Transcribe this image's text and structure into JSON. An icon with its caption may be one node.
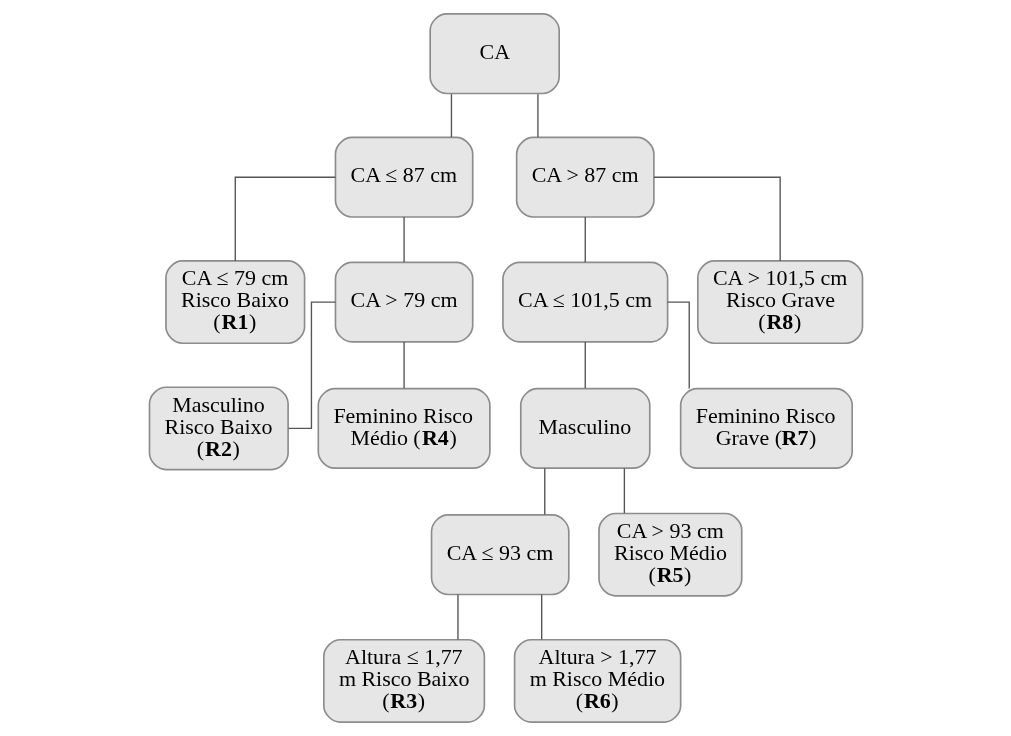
{
  "diagram": {
    "nodes": [
      {
        "text": [
          "CA"
        ]
      },
      {
        "text": [
          "CA ≤ 87 cm"
        ]
      },
      {
        "text": [
          "CA > 87 cm"
        ]
      },
      {
        "text": [
          "CA ≤ 79 cm Risco Baixo (**R1**)"
        ]
      },
      {
        "text": [
          "CA > 79 cm"
        ]
      },
      {
        "text": [
          "CA ≤ 101,5 cm"
        ]
      },
      {
        "text": [
          "CA > 101,5 cm Risco Grave (**R8**)"
        ]
      },
      {
        "text": [
          "Masculino Risco Baixo (**R2**)"
        ]
      },
      {
        "text": [
          "Feminino Risco Médio (**R4**)"
        ]
      },
      {
        "text": [
          "Masculino"
        ]
      },
      {
        "text": [
          "Feminino Risco Grave (**R7**)"
        ]
      },
      {
        "text": [
          "CA ≤ 93 cm"
        ]
      },
      {
        "text": [
          "CA > 93 cm Risco Médio (**R5**)"
        ]
      },
      {
        "text": [
          "Altura ≤ 1,77 m Risco Baixo (**R3**)"
        ]
      },
      {
        "text": [
          "Altura > 1,77 m Risco Médio (**R6**)"
        ]
      }
    ],
    "edges": [
      {
        "from": 0,
        "to": 1,
        "arrow": "none"
      },
      {
        "from": 0,
        "to": 2,
        "arrow": "none"
      },
      {
        "from": 1,
        "to": 3,
        "arrow": "none"
      },
      {
        "from": 1,
        "to": 4,
        "arrow": "none"
      },
      {
        "from": 2,
        "to": 5,
        "arrow": "none"
      },
      {
        "from": 2,
        "to": 6,
        "arrow": "none"
      },
      {
        "from": 4,
        "to": 7,
        "arrow": "none"
      },
      {
        "from": 4,
        "to": 8,
        "arrow": "none"
      },
      {
        "from": 5,
        "to": 9,
        "arrow": "none"
      },
      {
        "from": 5,
        "to": 10,
        "arrow": "none"
      },
      {
        "from": 9,
        "to": 11,
        "arrow": "none"
      },
      {
        "from": 9,
        "to": 12,
        "arrow": "none"
      },
      {
        "from": 11,
        "to": 13,
        "arrow": "none"
      },
      {
        "from": 11,
        "to": 14,
        "arrow": "none"
      }
    ]
  }
}
